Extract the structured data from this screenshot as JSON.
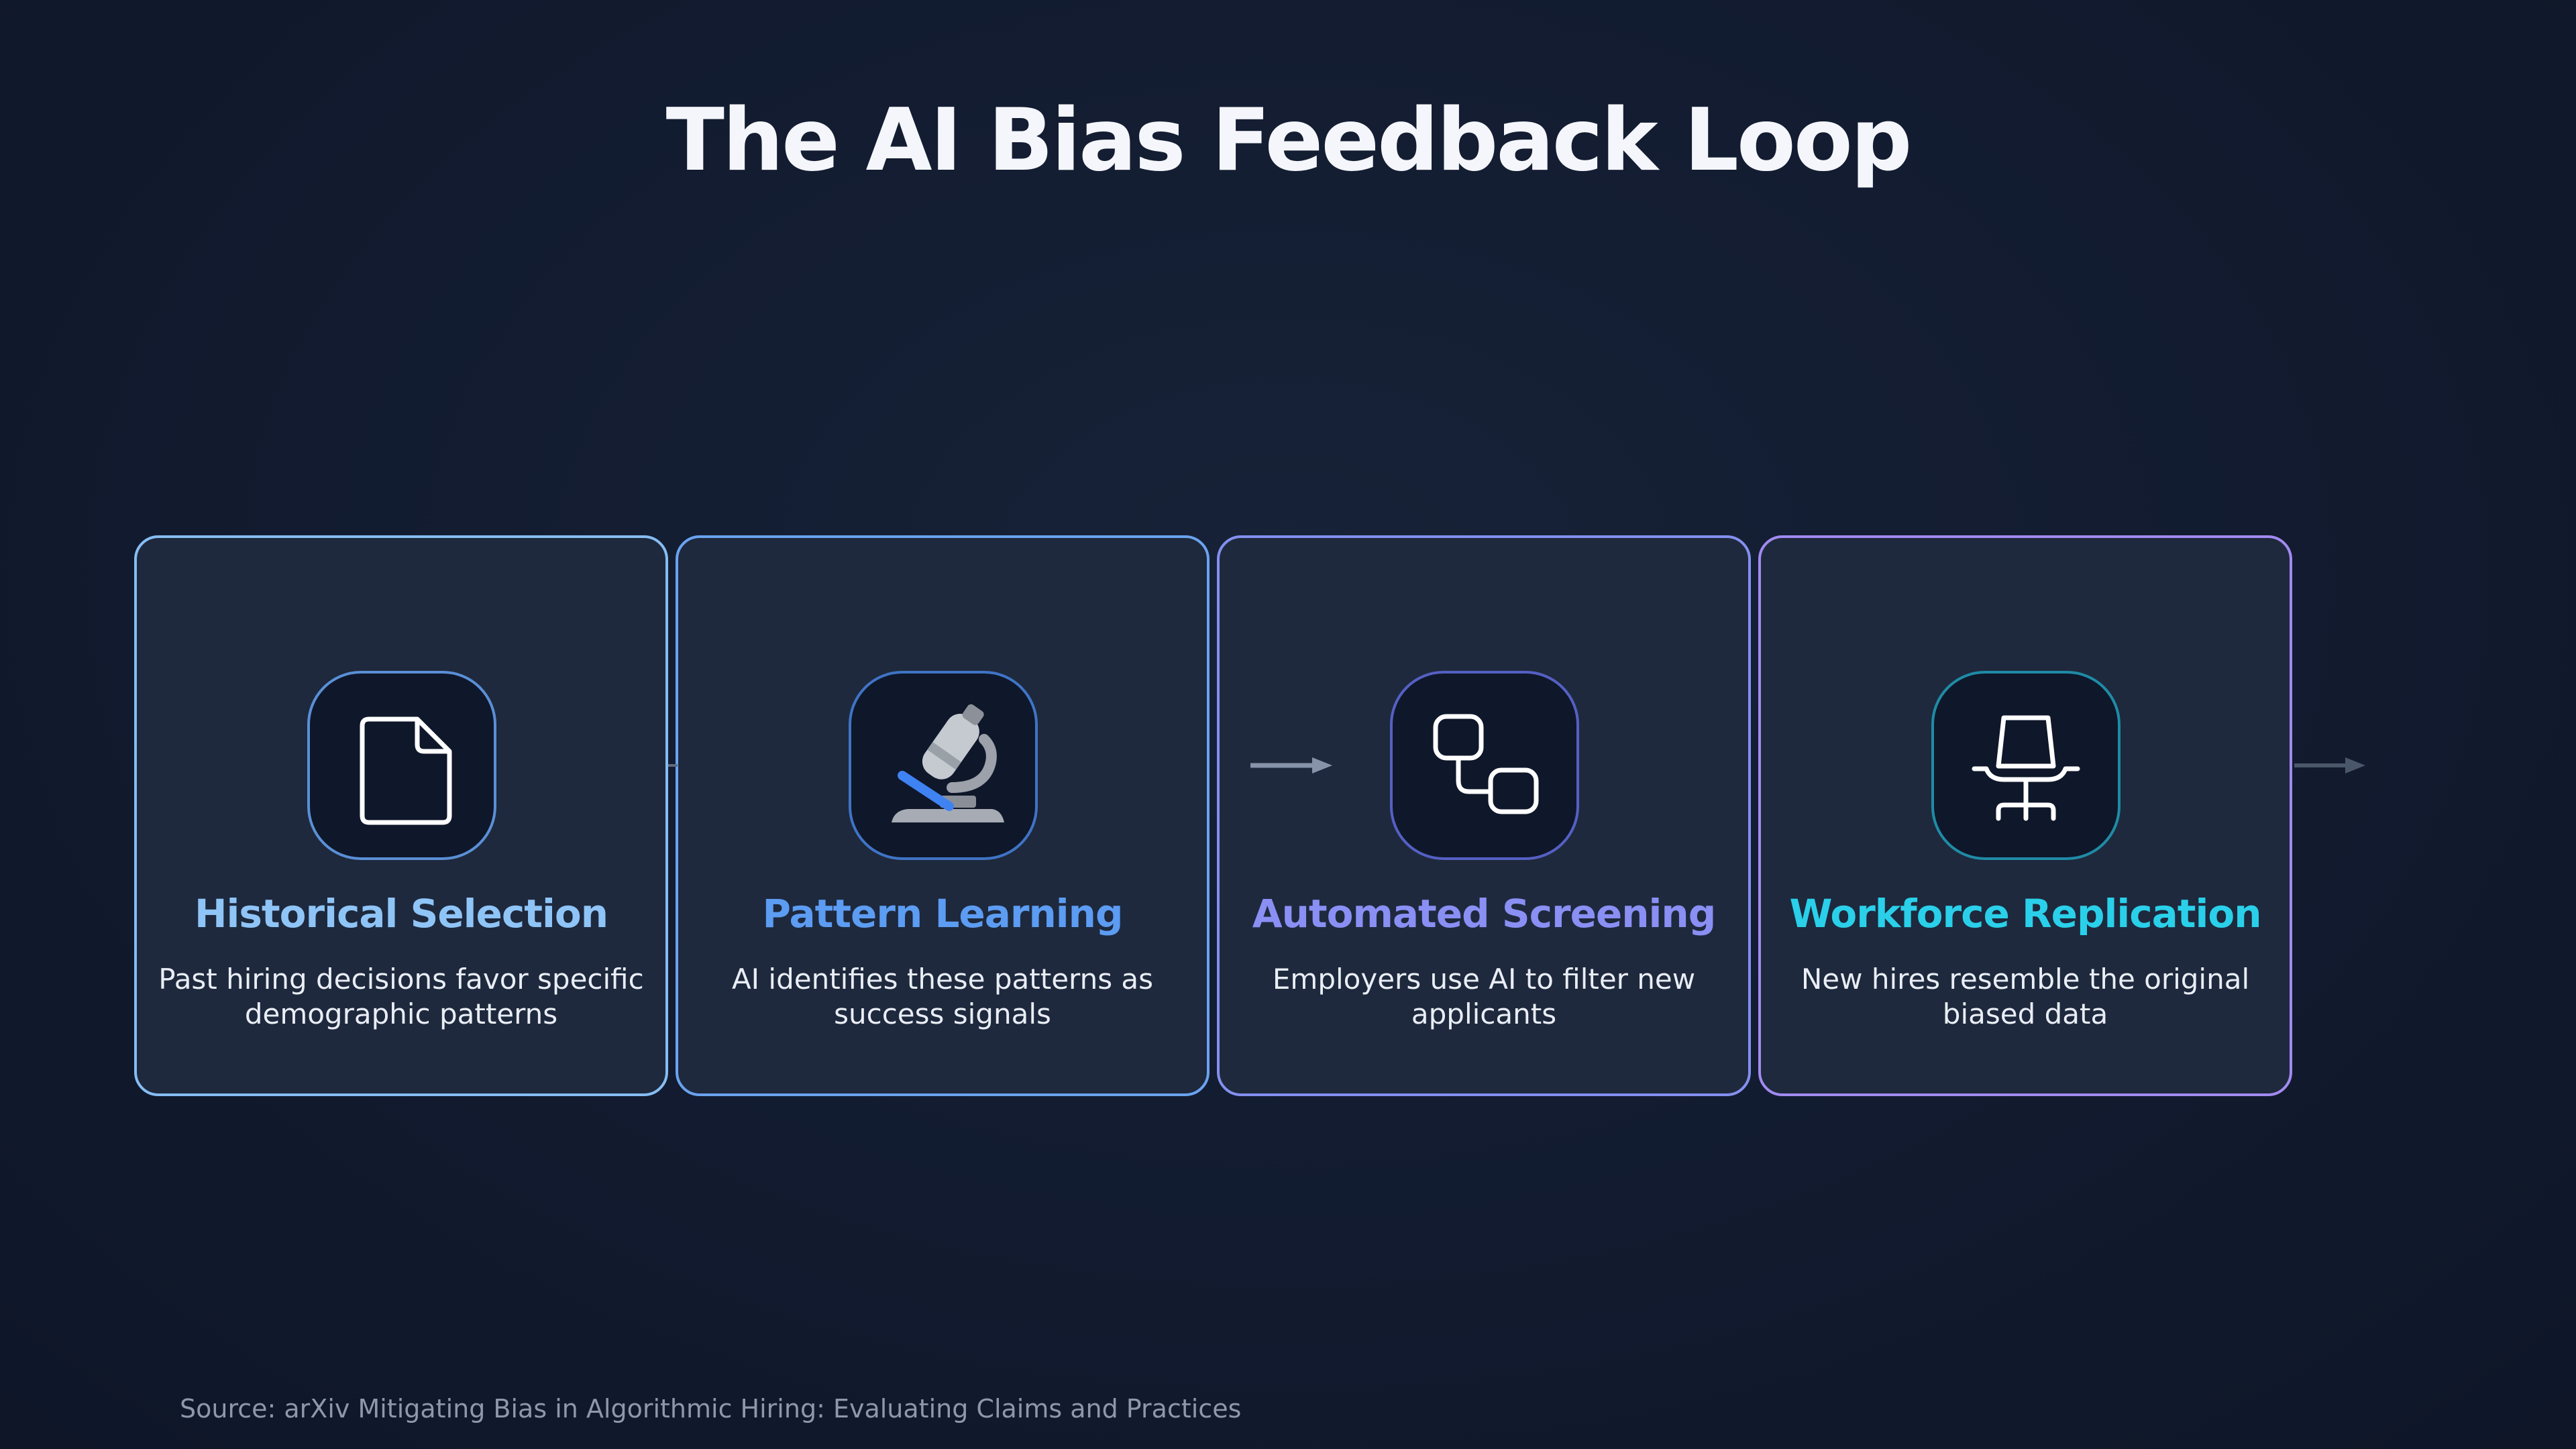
{
  "title": "The AI Bias Feedback Loop",
  "steps": [
    {
      "title": "Historical Selection",
      "description": "Past hiring decisions favor specific demographic patterns",
      "icon": "document-icon",
      "accent": "#8fc4f7"
    },
    {
      "title": "Pattern Learning",
      "description": "AI identifies these patterns as success signals",
      "icon": "microscope-icon",
      "accent": "#5c9cf2"
    },
    {
      "title": "Automated Screening",
      "description": "Employers use AI to filter new applicants",
      "icon": "workflow-nodes-icon",
      "accent": "#8a8ff4"
    },
    {
      "title": "Workforce Replication",
      "description": "New hires resemble the original biased data",
      "icon": "office-chair-icon",
      "accent": "#2ad0ea"
    }
  ],
  "source": "Source: arXiv Mitigating Bias in Algorithmic Hiring: Evaluating Claims and Practices",
  "colors": {
    "background": "#111a2e",
    "card_background": "#1e293d",
    "title": "#f4f6fb",
    "text": "#e9edf5",
    "source_text": "#8e98ab"
  }
}
